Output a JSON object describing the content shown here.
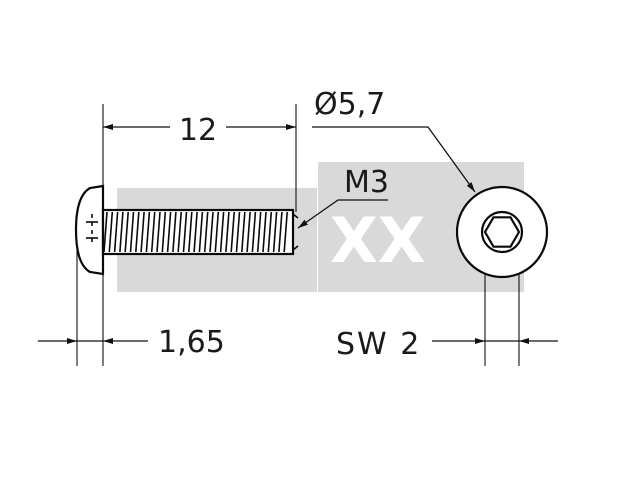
{
  "dimensions": {
    "length": "12",
    "thread": "M3",
    "head_diameter": "Ø5,7",
    "head_height": "1,65",
    "wrench_size": "SW 2"
  },
  "watermark": {
    "text": "XX"
  },
  "colors": {
    "ink": "#111111",
    "watermark_grey": "#d9d9d9"
  }
}
